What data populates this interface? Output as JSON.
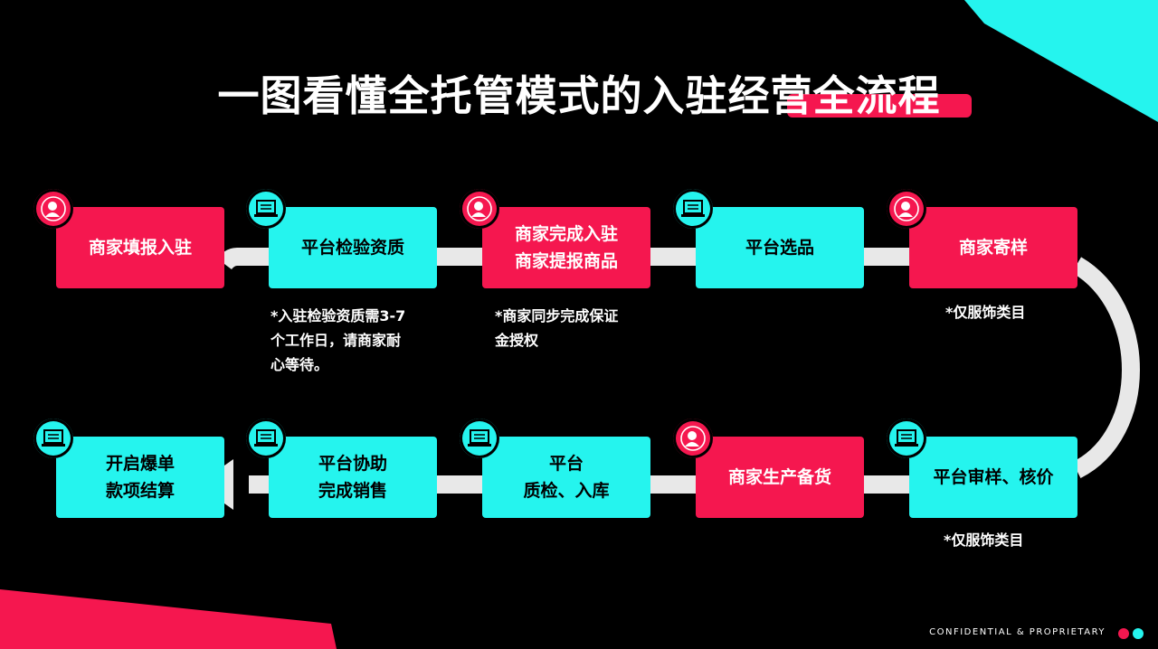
{
  "title": "一图看懂全托管模式的入驻经营全流程",
  "colors": {
    "merchant": "#f5174f",
    "platform": "#25f4ee",
    "track": "#e8e8e8",
    "background": "#000000"
  },
  "steps": [
    {
      "label": "商家填报入驻",
      "actor": "merchant",
      "icon": "user-icon"
    },
    {
      "label": "平台检验资质",
      "actor": "platform",
      "icon": "laptop-icon"
    },
    {
      "label": "商家完成入驻\n商家提报商品",
      "actor": "merchant",
      "icon": "user-icon"
    },
    {
      "label": "平台选品",
      "actor": "platform",
      "icon": "laptop-icon"
    },
    {
      "label": "商家寄样",
      "actor": "merchant",
      "icon": "user-icon"
    },
    {
      "label": "平台审样、核价",
      "actor": "platform",
      "icon": "laptop-icon"
    },
    {
      "label": "商家生产备货",
      "actor": "merchant",
      "icon": "user-icon"
    },
    {
      "label": "平台\n质检、入库",
      "actor": "platform",
      "icon": "laptop-icon"
    },
    {
      "label": "平台协助\n完成销售",
      "actor": "platform",
      "icon": "laptop-icon"
    },
    {
      "label": "开启爆单\n款项结算",
      "actor": "platform",
      "icon": "laptop-icon"
    }
  ],
  "notes": [
    {
      "step": 2,
      "text": "*入驻检验资质需3-7\n个工作日，请商家耐\n心等待。"
    },
    {
      "step": 3,
      "text": "*商家同步完成保证\n金授权"
    },
    {
      "step": 5,
      "text": "*仅服饰类目"
    },
    {
      "step": 6,
      "text": "*仅服饰类目"
    }
  ],
  "footer": "CONFIDENTIAL & PROPRIETARY"
}
